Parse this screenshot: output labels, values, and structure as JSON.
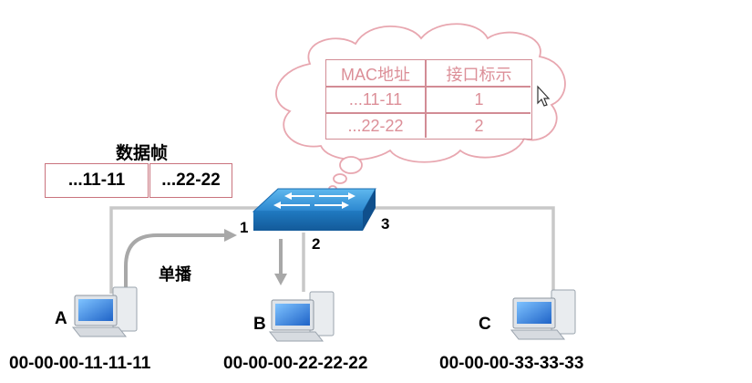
{
  "diagram": {
    "frame": {
      "title": "数据帧",
      "src": "...11-11",
      "dst": "...22-22"
    },
    "mac_table": {
      "headers": [
        "MAC地址",
        "接口标示"
      ],
      "rows": [
        [
          "...11-11",
          "1"
        ],
        [
          "...22-22",
          "2"
        ]
      ]
    },
    "ports": [
      "1",
      "2",
      "3"
    ],
    "unicast_label": "单播",
    "hosts": [
      {
        "name": "A",
        "mac": "00-00-00-11-11-11"
      },
      {
        "name": "B",
        "mac": "00-00-00-22-22-22"
      },
      {
        "name": "C",
        "mac": "00-00-00-33-33-33"
      }
    ],
    "colors": {
      "switch": "#2f8fd3",
      "link": "#c8c8c8",
      "table": "#dc8f98",
      "cloud": "#e8a7b0"
    }
  }
}
